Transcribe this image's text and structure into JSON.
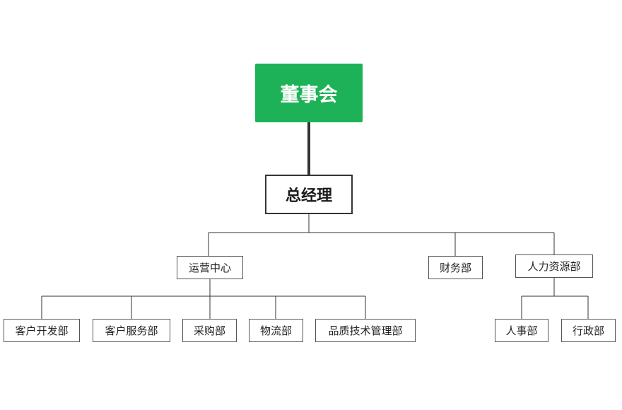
{
  "diagram": {
    "root": {
      "label": "董事会"
    },
    "general_manager": {
      "label": "总经理"
    },
    "departments": [
      {
        "label": "运营中心"
      },
      {
        "label": "财务部"
      },
      {
        "label": "人力资源部"
      }
    ],
    "operations_units": [
      {
        "label": "客户开发部"
      },
      {
        "label": "客户服务部"
      },
      {
        "label": "采购部"
      },
      {
        "label": "物流部"
      },
      {
        "label": "品质技术管理部"
      }
    ],
    "hr_units": [
      {
        "label": "人事部"
      },
      {
        "label": "行政部"
      }
    ]
  },
  "colors": {
    "root_fill": "#1db257",
    "root_text": "#ffffff",
    "connector": "#333333",
    "box_border": "#555555"
  }
}
